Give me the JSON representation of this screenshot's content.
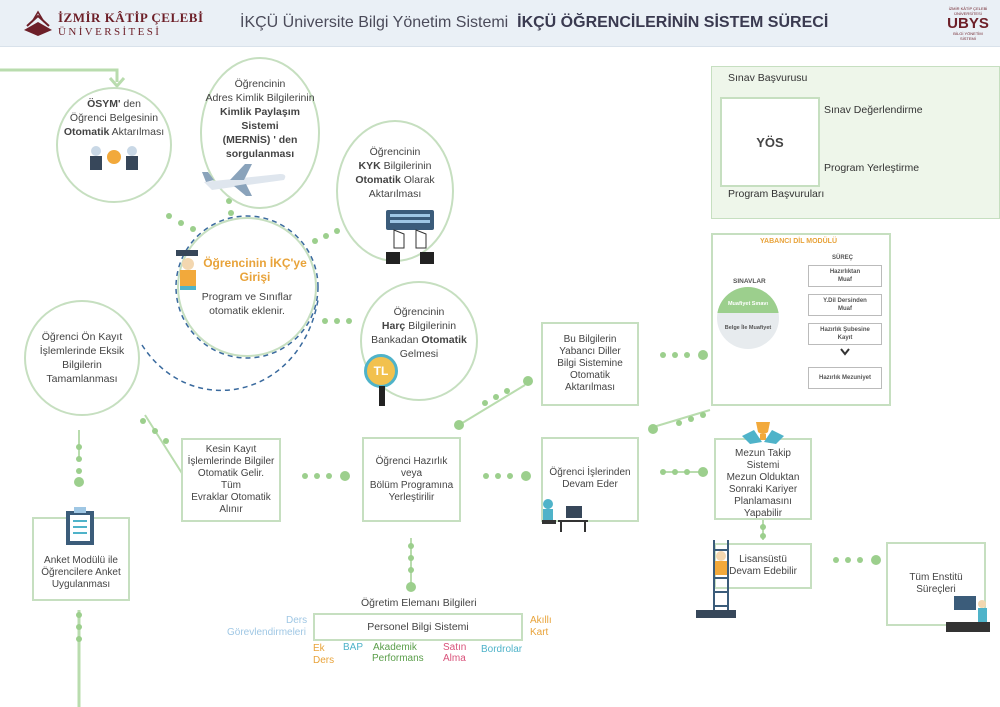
{
  "header": {
    "logo_line1": "İZMİR KÂTİP ÇELEBİ",
    "logo_line2": "ÜNİVERSİTESİ",
    "title_normal": "İKÇÜ  Üniversite Bilgi Yönetim Sistemi",
    "title_bold": "İKÇÜ ÖĞRENCİLERİNİN SİSTEM SÜRECİ",
    "ubys_small1": "İZMİR KÂTİP ÇELEBİ",
    "ubys_small2": "ÜNİVERSİTESİ",
    "ubys_big": "UBYS",
    "ubys_small3": "BİLGİ YÖNETİM SİSTEMİ"
  },
  "osym": {
    "bold1": "ÖSYM'",
    "t1": " den",
    "t2": "Öğrenci Belgesinin",
    "bold2": "Otomatik",
    "t3": " Aktarılması"
  },
  "mernis": {
    "t1": "Öğrencinin",
    "t2": "Adres Kimlik Bilgilerinin",
    "bold1": "Kimlik Paylaşım Sistemi",
    "bold2": "(MERNİS)",
    "t3": " ' den",
    "t4": "sorgulanması"
  },
  "kyk": {
    "t1": "Öğrencinin",
    "bold1": "KYK",
    "t2": " Bilgilerinin",
    "bold2": "Otomatik",
    "t3": " Olarak",
    "t4": "Aktarılması"
  },
  "harc": {
    "t1": "Öğrencinin",
    "bold1": "Harç",
    "t2": " Bilgilerinin",
    "t3": "Bankadan ",
    "bold2": "Otomatik",
    "t4": "Gelmesi",
    "tl": "TL"
  },
  "giris": {
    "title": "Öğrencinin  İKÇ'ye Girişi",
    "t1": "Program ve Sınıflar",
    "t2": "otomatik eklenir."
  },
  "onkayit": {
    "t1": "Öğrenci Ön Kayıt",
    "t2": "İşlemlerinde Eksik",
    "t3": "Bilgilerin Tamamlanması"
  },
  "kesin": {
    "t1": "Kesin Kayıt",
    "t2": "İşlemlerinde Bilgiler",
    "t3": "Otomatik Gelir. Tüm",
    "t4": "Evraklar Otomatik",
    "t5": "Alınır"
  },
  "hazirlik": {
    "t1": "Öğrenci Hazırlık",
    "t2": "veya",
    "t3": "Bölüm Programına",
    "t4": "Yerleştirilir"
  },
  "devam": {
    "t1": "Öğrenci İşlerinden",
    "t2": "Devam Eder"
  },
  "yabanci_aktar": {
    "t1": "Bu Bilgilerin",
    "t2": "Yabancı Diller",
    "t3": "Bilgi Sistemine",
    "t4": "Otomatik Aktarılması"
  },
  "mezun": {
    "t1": "Mezun Takip Sistemi",
    "t2": "Mezun Olduktan",
    "t3": "Sonraki Kariyer",
    "t4": "Planlamasını",
    "t5": "Yapabilir"
  },
  "lisansustu": {
    "t1": "Lisansüstü",
    "t2": "Devam Edebilir"
  },
  "enstitu": {
    "t1": "Tüm Enstitü",
    "t2": "Süreçleri"
  },
  "anket": {
    "t1": "Anket Modülü ile",
    "t2": "Öğrencilere Anket",
    "t3": "Uygulanması"
  },
  "yos": {
    "sinav_basvurusu": "Sınav Başvurusu",
    "center": "YÖS",
    "sinav_degerlendirme": "Sınav Değerlendirme",
    "program_yerlestirme": "Program Yerleştirme",
    "program_basvurulari": "Program Başvuruları"
  },
  "yabanci_dil": {
    "title": "YABANCI DİL MODÜLÜ",
    "surec": "SÜREÇ",
    "sinavlar": "SINAVLAR",
    "muafiyet": "Muafiyet Sınavı",
    "belge": "Belge İle Muafiyet",
    "box1a": "Hazırlıktan",
    "box1b": "Muaf",
    "box2a": "Y.Dil Dersinden",
    "box2b": "Muaf",
    "box3a": "Hazırlık Şubesine",
    "box3b": "Kayıt",
    "box4": "Hazırlık Mezuniyet"
  },
  "personel": {
    "title": "Öğretim Elemanı Bilgileri",
    "center": "Personel Bilgi Sistemi",
    "ders_gorev1": "Ders",
    "ders_gorev2": "Görevlendirmeleri",
    "akilli1": "Akıllı",
    "akilli2": "Kart",
    "ek1": "Ek",
    "ek2": "Ders",
    "bap": "BAP",
    "akad1": "Akademik",
    "akad2": "Performans",
    "satin1": "Satın",
    "satin2": "Alma",
    "bordro": "Bordrolar"
  },
  "colors": {
    "green_line": "#b9dcae",
    "green_dot": "#9ccf8d",
    "maroon": "#6d1f28",
    "orange": "#e8a33a",
    "teal": "#4fb3c9",
    "pink": "#d9527a"
  }
}
